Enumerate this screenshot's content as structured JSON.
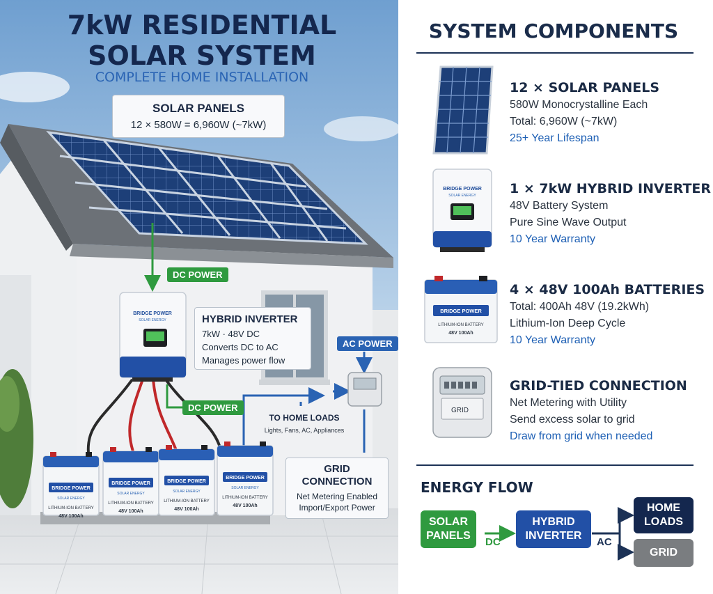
{
  "title": {
    "line1": "7kW RESIDENTIAL",
    "line2": "SOLAR SYSTEM",
    "subtitle": "COMPLETE HOME INSTALLATION"
  },
  "callouts": {
    "solar": {
      "heading": "SOLAR PANELS",
      "detail": "12 × 580W = 6,960W (~7kW)"
    },
    "inverter": {
      "heading": "HYBRID INVERTER",
      "lines": [
        "7kW · 48V DC",
        "Converts DC to AC",
        "Manages power flow"
      ]
    },
    "loads": {
      "heading": "TO HOME LOADS",
      "detail": "Lights, Fans, AC, Appliances"
    },
    "grid": {
      "heading_line1": "GRID",
      "heading_line2": "CONNECTION",
      "lines": [
        "Net Metering Enabled",
        "Import/Export Power"
      ]
    }
  },
  "flow_labels": {
    "dc_power_top": "DC POWER",
    "dc_power_bottom": "DC POWER",
    "ac_power": "AC POWER"
  },
  "device_text": {
    "inverter_brand": "BRIDGE POWER",
    "inverter_sub": "SOLAR ENERGY",
    "battery_brand": "BRIDGE POWER",
    "battery_sub": "SOLAR ENERGY",
    "battery_type": "LITHIUM-ION BATTERY",
    "battery_spec": "48V 100Ah",
    "meter_label": "GRID"
  },
  "components": {
    "title": "SYSTEM COMPONENTS",
    "items": [
      {
        "heading": "12 × SOLAR PANELS",
        "lines": [
          "580W Monocrystalline Each",
          "Total: 6,960W (~7kW)"
        ],
        "accent": "25+ Year Lifespan",
        "icon": "solar-panel-icon"
      },
      {
        "heading": "1 × 7kW HYBRID INVERTER",
        "lines": [
          "48V Battery System",
          "Pure Sine Wave Output"
        ],
        "accent": "10 Year Warranty",
        "icon": "inverter-icon"
      },
      {
        "heading": "4 × 48V 100Ah BATTERIES",
        "lines": [
          "Total: 400Ah 48V (19.2kWh)",
          "Lithium-Ion Deep Cycle"
        ],
        "accent": "10 Year Warranty",
        "icon": "battery-icon"
      },
      {
        "heading": "GRID-TIED CONNECTION",
        "lines": [
          "Net Metering with Utility",
          "Send excess solar to grid"
        ],
        "accent": "Draw from grid when needed",
        "icon": "meter-icon"
      }
    ]
  },
  "energy_flow": {
    "title": "ENERGY FLOW",
    "solar_line1": "SOLAR",
    "solar_line2": "PANELS",
    "inverter_line1": "HYBRID",
    "inverter_line2": "INVERTER",
    "home_line1": "HOME",
    "home_line2": "LOADS",
    "grid": "GRID",
    "dc": "DC",
    "ac": "AC"
  },
  "colors": {
    "navy": "#14274e",
    "blue": "#2a63b3",
    "green": "#2f9a3f",
    "grey": "#7a7d80"
  }
}
